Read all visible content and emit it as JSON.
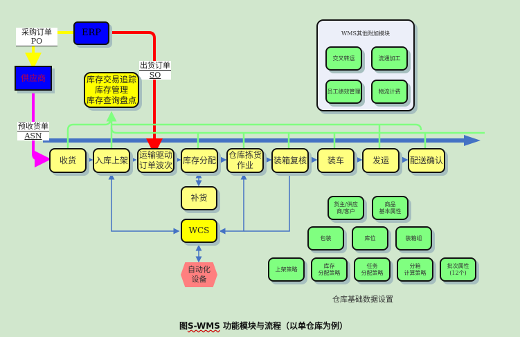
{
  "erp": "ERP",
  "supplier": "供应商",
  "labels": {
    "po": "采购订单PO",
    "so_1": "出货订单",
    "so_2": "SO",
    "asn_1": "预收货单",
    "asn_2": "ASN"
  },
  "inventory_box": [
    "库存交易追踪",
    "库存管理",
    "库存查询盘点"
  ],
  "flow": [
    "收货",
    "入库上架",
    "运输驱动\n订单波次",
    "库存分配",
    "仓库拣货\n作业",
    "装箱复核",
    "装车",
    "发运",
    "配送确认"
  ],
  "replenish": "补货",
  "wcs": "WCS",
  "auto_equipment": "自动化\n设备",
  "addon_panel": {
    "title": "WMS其他附加模块",
    "modules": [
      "交叉转运",
      "流通加工",
      "员工绩效管理",
      "物流计费"
    ]
  },
  "base_data": {
    "row1": [
      "货主/供应\n商/客户",
      "商品\n基本属性"
    ],
    "row2": [
      "包装",
      "库位",
      "装箱组"
    ],
    "row3": [
      "上架策略",
      "库存\n分配策略",
      "任务\n分配策略",
      "分箱\n计算策略",
      "批次属性\n(12个)"
    ],
    "caption": "仓库基础数据设置"
  },
  "figure_caption": {
    "prefix": "图",
    "brand": "S-WMS",
    "rest": " 功能模块与流程（以单仓库为例）"
  },
  "colors": {
    "background": "#d1e7cd",
    "flow_box": "#ffff80",
    "module_green": "#80ff80",
    "erp_blue": "#0000ff",
    "so_red": "#ff0000",
    "asn_magenta": "#ff00ff",
    "po_yellow": "#ffff00",
    "timeline_blue": "#4472c4",
    "auto_red": "#ff7f7f"
  }
}
